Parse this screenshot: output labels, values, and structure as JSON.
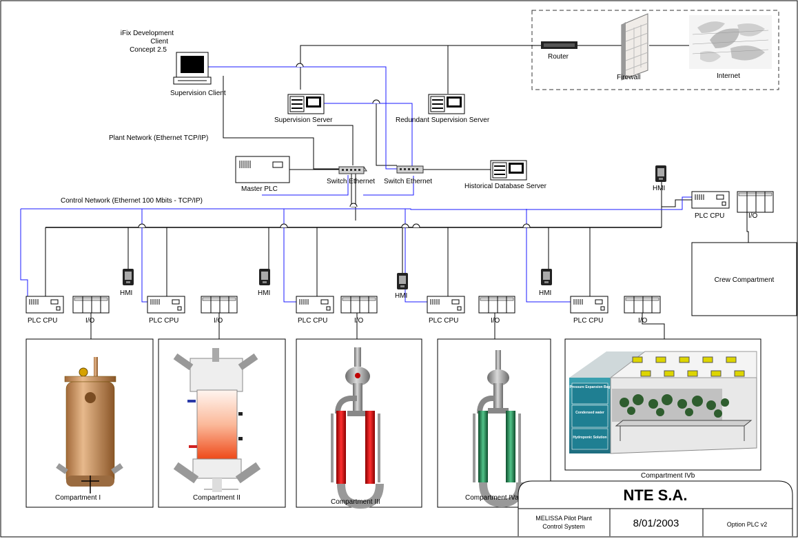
{
  "diagram": {
    "client_note": [
      "iFix Development",
      "Client",
      "Concept 2.5"
    ],
    "nodes": {
      "supervision_client": "Supervision Client",
      "supervision_server": "Supervision Server",
      "redundant_server": "Redundant Supervision Server",
      "router": "Router",
      "firewall": "Firewall",
      "internet": "Internet",
      "master_plc": "Master PLC",
      "switch_1": "Switch Ethernet",
      "switch_2": "Switch Ethernet",
      "historical_db": "Historical Database Server",
      "hmi": "HMI",
      "plc_cpu": "PLC CPU",
      "io": "I/O",
      "crew": "Crew Compartment"
    },
    "networks": {
      "plant": "Plant Network (Ethernet TCP/IP)",
      "control": "Control Network (Ethernet 100 Mbits - TCP/IP)"
    },
    "compartments": [
      "Compartment I",
      "Compartment II",
      "Compartment III",
      "Compartment IVa",
      "Compartment IVb"
    ],
    "compartment_ivb_labels": [
      "Pressure Expansion Bag",
      "Condensed water",
      "Hydroponic Solution"
    ],
    "colors": {
      "control_link": "#1a1aff",
      "plant_link": "#000000"
    }
  },
  "title_block": {
    "company": "NTE S.A.",
    "project_line1": "MELISSA Pilot Plant",
    "project_line2": "Control System",
    "date": "8/01/2003",
    "option": "Option PLC v2"
  }
}
